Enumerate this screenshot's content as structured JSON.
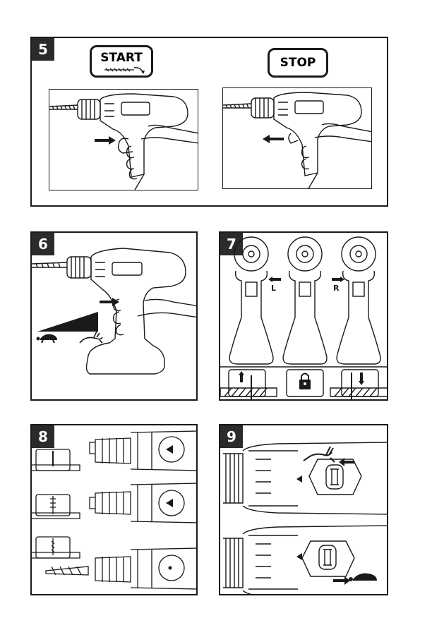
{
  "steps": {
    "s5": "5",
    "s6": "6",
    "s7": "7",
    "s8": "8",
    "s9": "9"
  },
  "step5": {
    "start_label": "START",
    "stop_label": "STOP"
  },
  "step7": {
    "left_label": "L",
    "right_label": "R"
  },
  "icons": {
    "arrow": "arrow-icon",
    "drill": "drill-icon",
    "hand": "hand-icon",
    "tortoise": "tortoise-icon",
    "hare": "hare-icon",
    "lock": "lock-icon",
    "screw": "screw-icon",
    "drill_bit": "drill-bit-icon",
    "chuck": "chuck-icon"
  },
  "colors": {
    "ink": "#1a1a1a",
    "badge": "#2b2b2b"
  }
}
